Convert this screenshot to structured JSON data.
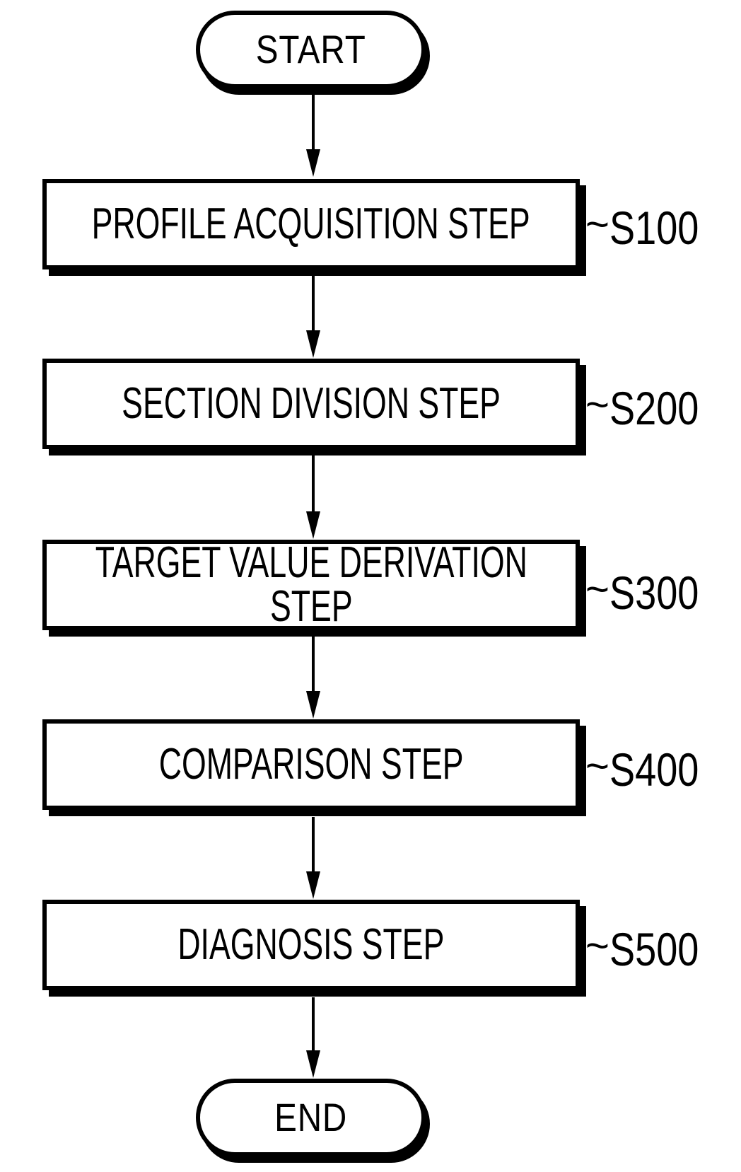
{
  "diagram": {
    "type": "flowchart",
    "terminals": {
      "start_label": "START",
      "end_label": "END"
    },
    "ref_prefix": "~",
    "steps": [
      {
        "label": "PROFILE ACQUISITION STEP",
        "ref": "S100"
      },
      {
        "label": "SECTION DIVISION STEP",
        "ref": "S200"
      },
      {
        "label": "TARGET VALUE DERIVATION\nSTEP",
        "ref": "S300"
      },
      {
        "label": "COMPARISON STEP",
        "ref": "S400"
      },
      {
        "label": "DIAGNOSIS STEP",
        "ref": "S500"
      }
    ],
    "colors": {
      "ink": "#000000",
      "background": "#ffffff"
    }
  }
}
